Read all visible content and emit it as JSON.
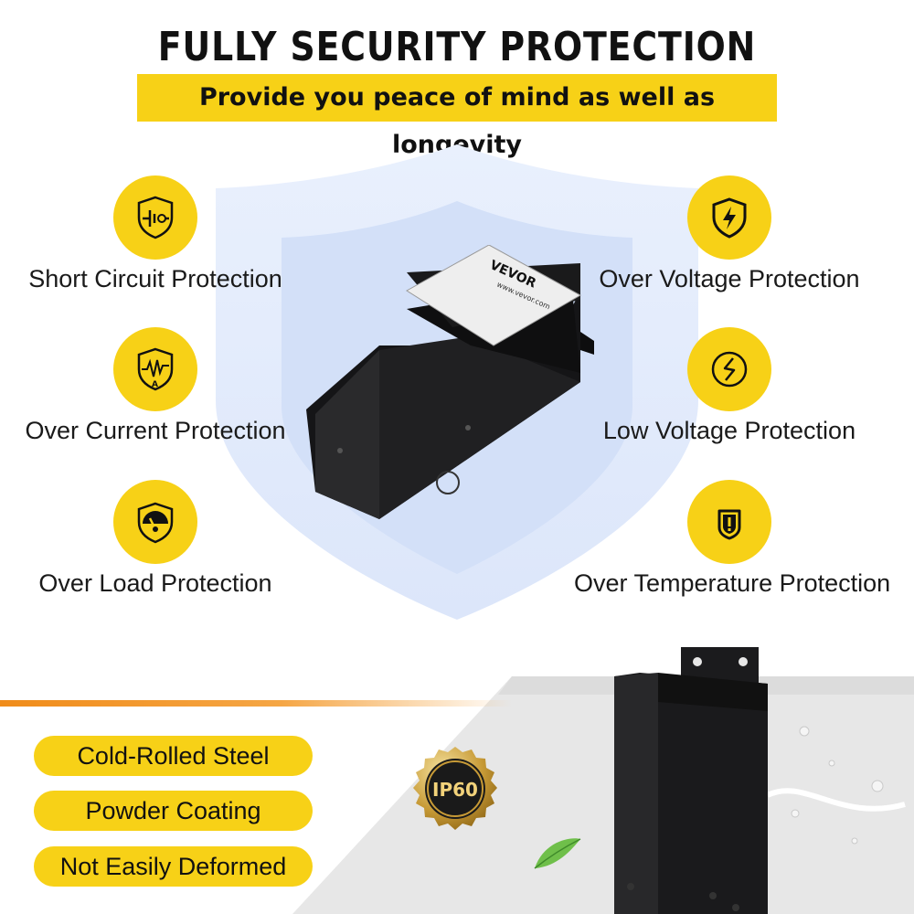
{
  "header": {
    "title": "FULLY SECURITY PROTECTION",
    "subtitle": "Provide you peace of mind as well as longevity"
  },
  "features": {
    "left": [
      {
        "label": "Short Circuit Protection",
        "icon": "short-circuit-icon"
      },
      {
        "label": "Over Current Protection",
        "icon": "over-current-icon"
      },
      {
        "label": "Over Load Protection",
        "icon": "over-load-gauge-icon"
      }
    ],
    "right": [
      {
        "label": "Over Voltage Protection",
        "icon": "lightning-shield-icon"
      },
      {
        "label": "Low Voltage Protection",
        "icon": "low-voltage-icon"
      },
      {
        "label": "Over Temperature Protection",
        "icon": "temperature-alert-shield-icon"
      }
    ]
  },
  "product_label": {
    "brand": "VEVOR",
    "website": "www.vevor.com"
  },
  "materials": [
    "Cold-Rolled Steel",
    "Powder Coating",
    "Not Easily Deformed"
  ],
  "badge": {
    "text": "IP60"
  },
  "colors": {
    "accent_yellow": "#f7d117",
    "accent_orange": "#f08c1a",
    "shield_blue": "#dfe8fb",
    "text_dark": "#111111",
    "product_black": "#1c1c1e"
  }
}
